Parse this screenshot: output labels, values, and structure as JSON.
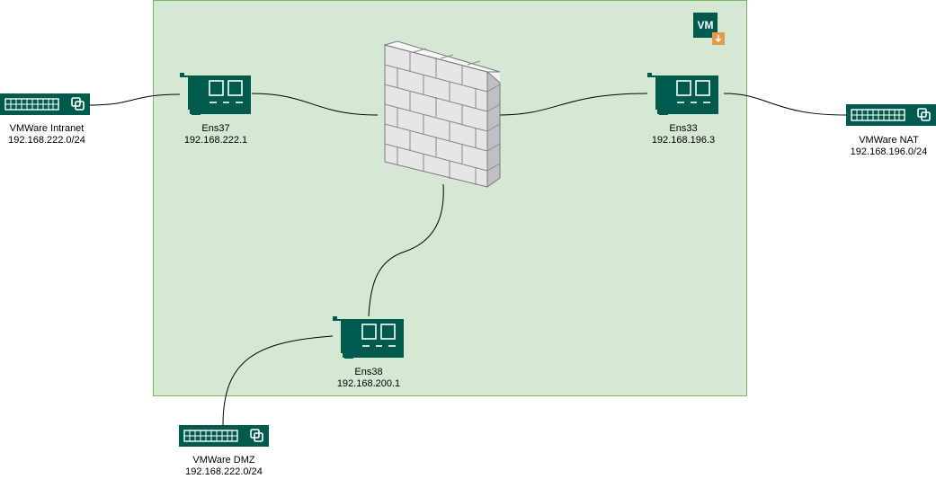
{
  "colors": {
    "vm_area_fill": "#d5e8d4",
    "vm_area_border": "#82b366",
    "device_green": "#005b4e",
    "connector": "#000000",
    "badge_orange": "#e59a4b",
    "firewall_face": "#e6e6e6",
    "firewall_side": "#bfbfc7",
    "firewall_top": "#f2f2f2"
  },
  "vm_badge": {
    "text": "VM",
    "icon": "vm-badge-icon"
  },
  "firewall": {
    "icon": "firewall-icon"
  },
  "nics": [
    {
      "id": "ens37",
      "name": "Ens37",
      "ip": "192.168.222.1",
      "icon": "network-card-icon"
    },
    {
      "id": "ens33",
      "name": "Ens33",
      "ip": "192.168.196.3",
      "icon": "network-card-icon"
    },
    {
      "id": "ens38",
      "name": "Ens38",
      "ip": "192.168.200.1",
      "icon": "network-card-icon"
    }
  ],
  "switches": [
    {
      "id": "intranet",
      "name": "VMWare Intranet",
      "subnet": "192.168.222.0/24",
      "icon": "virtual-switch-icon"
    },
    {
      "id": "nat",
      "name": "VMWare NAT",
      "subnet": "192.168.196.0/24",
      "icon": "virtual-switch-icon"
    },
    {
      "id": "dmz",
      "name": "VMWare DMZ",
      "subnet": "192.168.222.0/24",
      "icon": "virtual-switch-icon"
    }
  ]
}
